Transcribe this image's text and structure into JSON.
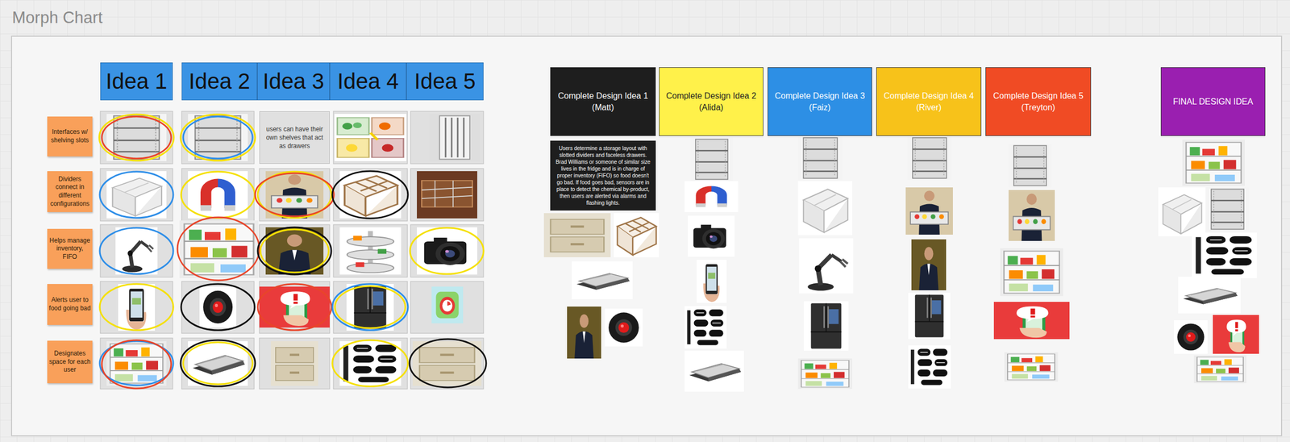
{
  "diagram": {
    "title": "Morph Chart",
    "nodes": [
      {
        "text": [
          "Idea 1"
        ]
      },
      {
        "text": [
          "Idea 2"
        ]
      },
      {
        "text": [
          "Idea 3"
        ]
      },
      {
        "text": [
          "Idea 4"
        ]
      },
      {
        "text": [
          "Idea 5"
        ]
      },
      {
        "text": [
          "Interfaces w/ shelving slots"
        ]
      },
      {
        "text": [
          "Dividers connect in different configurations"
        ]
      },
      {
        "text": [
          "Helps manage inventory, FIFO"
        ]
      },
      {
        "text": [
          "Alerts user to food going bad"
        ]
      },
      {
        "text": [
          "Designates space for each user"
        ]
      },
      {
        "text": [
          "users can have their own shelves that act as drawers"
        ]
      },
      {
        "text": [
          "Complete Design Idea 1 (Matt)"
        ]
      },
      {
        "text": [
          "Complete Design Idea 2 (Alida)"
        ]
      },
      {
        "text": [
          "Complete Design Idea 3 (Faiz)"
        ]
      },
      {
        "text": [
          "Complete Design Idea 4 (River)"
        ]
      },
      {
        "text": [
          "Complete Design Idea 5 (Treyton)"
        ]
      },
      {
        "text": [
          "FINAL DESIGN IDEA"
        ]
      },
      {
        "text": [
          "Users determine a storage layout with slotted dividers and faceless drawers. Brad Williams or someone of similar size lives in the fridge and is in charge of proper inventory (FIFO) so food doesn't go bad. If food goes bad, sensors are in place to detect the chemical by-product, then users are alerted via alarms and flashing lights."
        ]
      }
    ]
  }
}
